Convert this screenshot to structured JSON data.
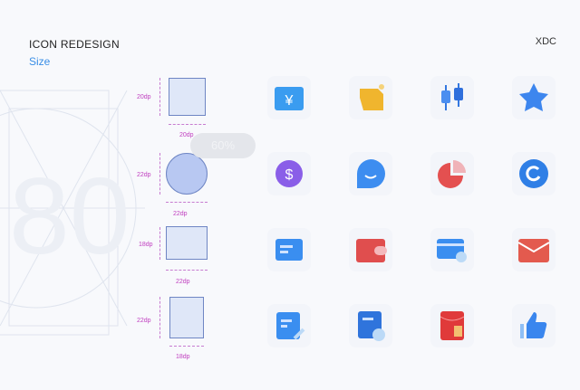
{
  "header": {
    "title": "ICON REDESIGN",
    "subtitle": "Size",
    "brand": "XDC"
  },
  "overlay": {
    "zoom_badge": "60%"
  },
  "specs": [
    {
      "shape": "square",
      "height_label": "20dp",
      "width_label": "20dp"
    },
    {
      "shape": "circle",
      "height_label": "22dp",
      "width_label": "22dp"
    },
    {
      "shape": "landscape-rect",
      "height_label": "18dp",
      "width_label": "22dp"
    },
    {
      "shape": "portrait-rect",
      "height_label": "22dp",
      "width_label": "18dp"
    }
  ],
  "icons": [
    "yuan-wallet-icon",
    "piggy-bank-icon",
    "candlestick-icon",
    "star-icon",
    "dollar-coin-icon",
    "chat-bubble-icon",
    "pie-chart-icon",
    "refresh-icon",
    "message-icon",
    "wallet-icon",
    "card-search-icon",
    "mail-icon",
    "edit-note-icon",
    "document-clock-icon",
    "red-envelope-icon",
    "thumbs-up-icon"
  ]
}
